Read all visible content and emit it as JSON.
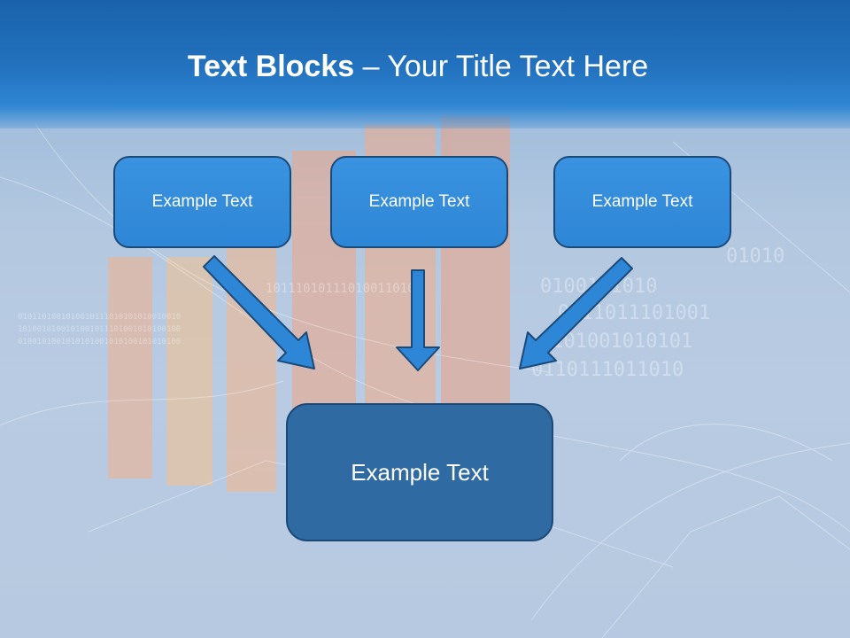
{
  "slide": {
    "title_bold": "Text Blocks",
    "title_rest": " – Your Title Text Here"
  },
  "diagram": {
    "top_boxes": [
      {
        "label": "Example Text"
      },
      {
        "label": "Example Text"
      },
      {
        "label": "Example Text"
      }
    ],
    "bottom_box": {
      "label": "Example Text"
    }
  },
  "colors": {
    "header": "#2373c0",
    "top_box_fill": "#3a93e0",
    "bottom_box_fill": "#2f6aa3",
    "arrow_fill": "#2e86d6",
    "outline": "#1c4a78"
  }
}
